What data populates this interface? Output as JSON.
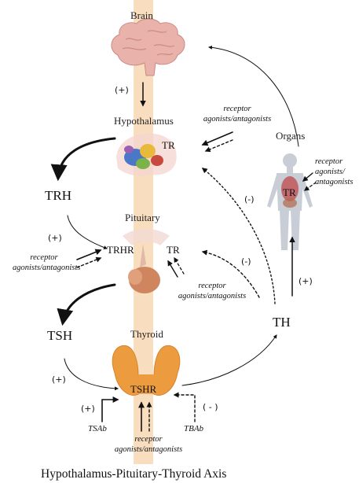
{
  "organs": {
    "brain": "Brain",
    "hypothalamus": "Hypothalamus",
    "pituitary": "Pituitary",
    "thyroid": "Thyroid",
    "organs": "Organs"
  },
  "hormones": {
    "trh": "TRH",
    "tsh": "TSH",
    "th": "TH"
  },
  "receptors": {
    "tr_hypothalamus": "TR",
    "trhr": "TRHR",
    "tr_pituitary": "TR",
    "tshr": "TSHR",
    "tr_organs": "TR"
  },
  "signs": {
    "brain_to_hypothalamus": "(+)",
    "trh_stimulation": "(+)",
    "tsh_stimulation": "(+)",
    "tsab_stimulation": "(+)",
    "th_to_organs": "(+)",
    "feedback_hypothalamus": "(-)",
    "feedback_pituitary": "(-)",
    "tbab_inhibition": "( - )"
  },
  "modulators": {
    "hypothalamus_agonists": "receptor agonists/antagonists",
    "organs_agonists_line1": "receptor",
    "organs_agonists_line2": "agonists/",
    "organs_agonists_line3": "antagonists",
    "trh_agonists": "receptor agonists/antagonists",
    "pituitary_agonists": "receptor agonists/antagonists",
    "thyroid_agonists": "receptor agonists/antagonists",
    "tsab": "TSAb",
    "tbab": "TBAb"
  },
  "title": "Hypothalamus-Pituitary-Thyroid Axis",
  "colors": {
    "axis_band": "#f7d8b4",
    "brain": "#e9b3ab",
    "thyroid": "#ec9c3f",
    "pituitary_gland": "#cf855e",
    "body": "#c9ced6"
  }
}
